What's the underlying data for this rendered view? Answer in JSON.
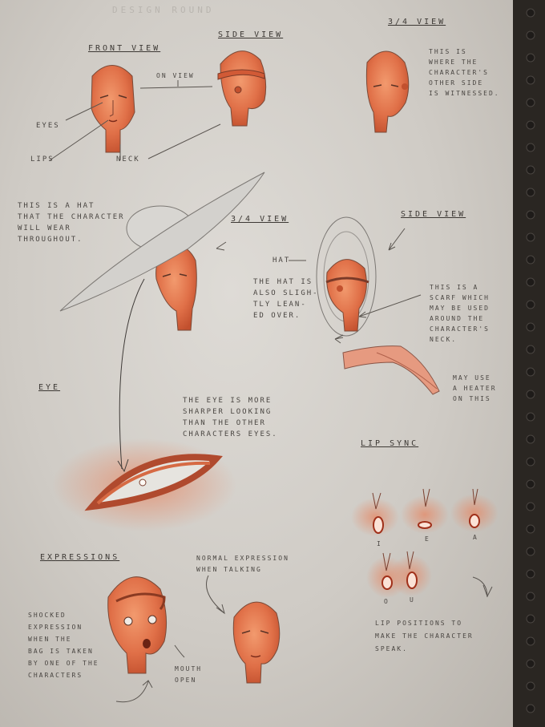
{
  "page": {
    "title": "DESIGN ROUND",
    "headings": {
      "front_view": "FRONT VIEW",
      "side_view": "SIDE VIEW",
      "three_quarter_view": "3/4 VIEW",
      "hat_three_quarter_view": "3/4 VIEW",
      "hat_side_view": "SIDE VIEW",
      "eye": "EYE",
      "lip_sync": "LIP SYNC",
      "expressions": "EXPRESSIONS"
    },
    "labels": {
      "eyes": "EYES",
      "lips": "LIPS",
      "neck": "NECK",
      "one_view": "ON VIEW",
      "hat": "HAT",
      "mouth_open": "MOUTH\nOPEN"
    },
    "notes": {
      "three_quarter": "THIS IS\nWHERE THE\nCHARACTER'S\nOTHER SIDE\nIS WITNESSED.",
      "hat": "THIS IS A HAT\nTHAT THE CHARACTER\nWILL WEAR\nTHROUGHOUT.",
      "hat_lean": "THE HAT IS\nALSO SLIGH-\nTLY LEAN-\nED OVER.",
      "scarf": "THIS IS A\nSCARF WHICH\nMAY BE USED\nAROUND THE\nCHARACTER'S\nNECK.",
      "heater": "MAY USE\nA HEATER\nON THIS",
      "eye": "THE EYE IS MORE\nSHARPER LOOKING\nTHAN THE OTHER\nCHARACTERS EYES.",
      "normal_expression": "NORMAL EXPRESSION\nWHEN TALKING",
      "shocked": "SHOCKED\nEXPRESSION\nWHEN THE\nBAG IS TAKEN\nBY ONE OF THE\nCHARACTERS",
      "lip_positions": "LIP POSITIONS TO\nMAKE THE CHARACTER\nSPEAK."
    },
    "lip_letters": [
      "I",
      "E",
      "A",
      "O",
      "U"
    ],
    "colors": {
      "paper": "#d6d3ce",
      "skin": "#e07048",
      "skin_shadow": "#c2502e",
      "pencil": "#4a4642",
      "binding": "#1e1b19"
    }
  }
}
